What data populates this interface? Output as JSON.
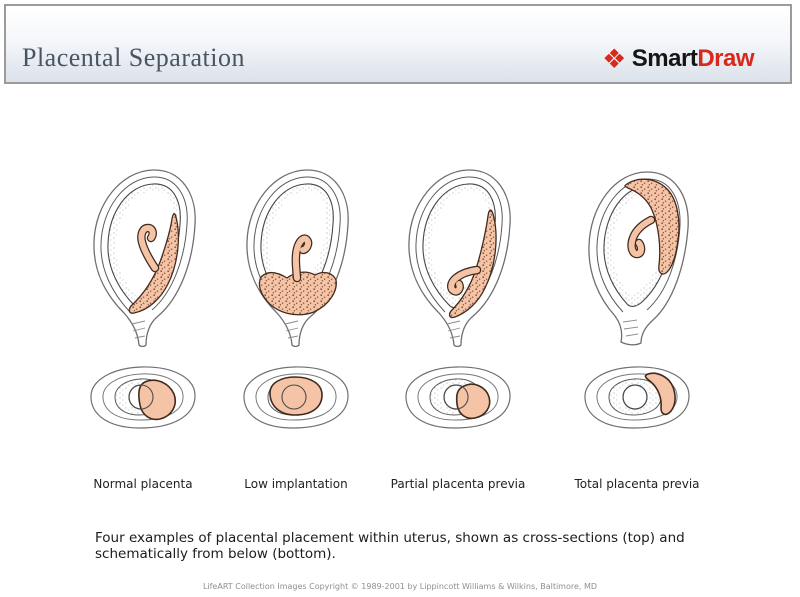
{
  "header": {
    "title": "Placental Separation",
    "logo": {
      "smart": "Smart",
      "draw": "Draw"
    }
  },
  "icons": {
    "smartdraw_diamonds": "❖"
  },
  "figures": [
    {
      "label": "Normal placenta"
    },
    {
      "label": "Low implantation"
    },
    {
      "label": "Partial placenta previa"
    },
    {
      "label": "Total placenta previa"
    }
  ],
  "caption": {
    "line1": "Four examples of placental placement within uterus, shown as cross-sections (top) and",
    "line2": "schematically from below (bottom)."
  },
  "footer": {
    "credit": "LifeART Collection Images Copyright © 1989-2001 by Lippincott Williams & Wilkins, Baltimore, MD"
  },
  "colors": {
    "placenta_pink": "#f5c4a7",
    "brand_red": "#d9281c",
    "title_text": "#4a5562",
    "header_gradient_bottom": "#dbe2ea"
  }
}
